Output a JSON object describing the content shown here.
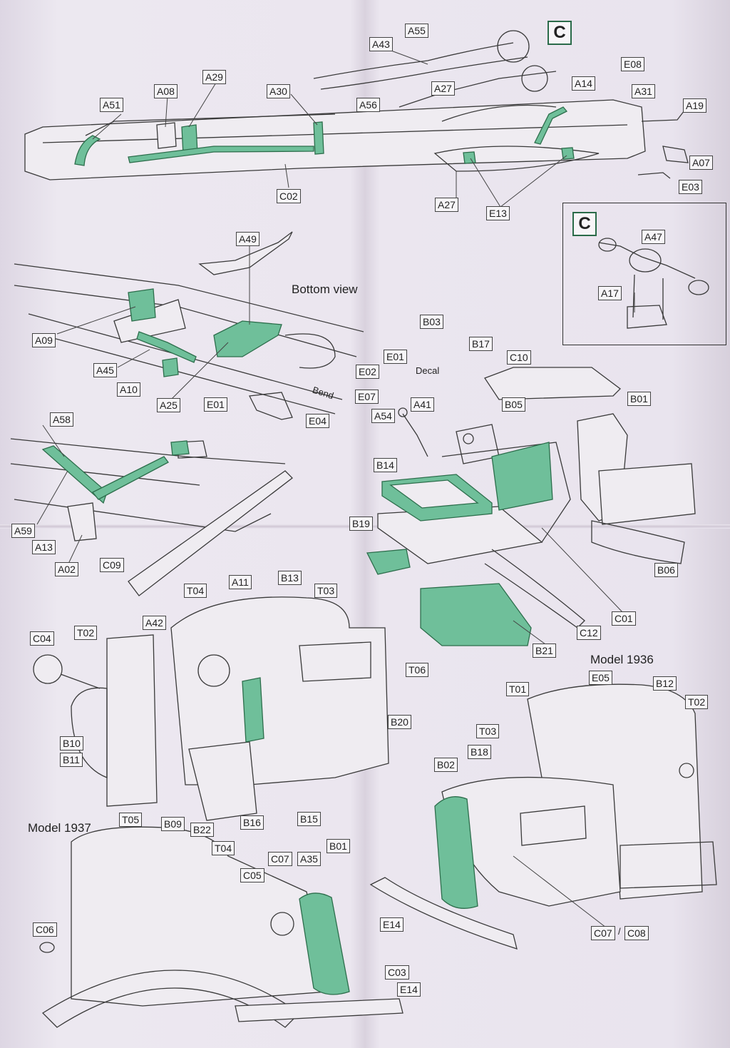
{
  "colors": {
    "highlight": "#6fbf9a",
    "line": "#3a3a3a"
  },
  "section_marker": "C",
  "captions": {
    "bottom_view": "Bottom view",
    "bend": "Bend",
    "decal": "Decal",
    "model_1936": "Model 1936",
    "model_1937": "Model 1937"
  },
  "labels": {
    "A51": "A51",
    "A08": "A08",
    "A29": "A29",
    "A30": "A30",
    "A43": "A43",
    "A55": "A55",
    "A56": "A56",
    "A27a": "A27",
    "A14": "A14",
    "E08": "E08",
    "A31": "A31",
    "A19": "A19",
    "A07": "A07",
    "E03": "E03",
    "A27b": "A27",
    "E13": "E13",
    "C02": "C02",
    "A47": "A47",
    "A17": "A17",
    "A49": "A49",
    "A09": "A09",
    "A45": "A45",
    "A10": "A10",
    "A25": "A25",
    "E01a": "E01",
    "E01b": "E01",
    "E02": "E02",
    "E07": "E07",
    "E04": "E04",
    "B03": "B03",
    "B17": "B17",
    "C10": "C10",
    "A54": "A54",
    "A41": "A41",
    "B05": "B05",
    "B01a": "B01",
    "B14": "B14",
    "B19": "B19",
    "B06": "B06",
    "C01": "C01",
    "C12": "C12",
    "B21": "B21",
    "A58": "A58",
    "A59": "A59",
    "A13": "A13",
    "A02": "A02",
    "C09": "C09",
    "T04a": "T04",
    "A11": "A11",
    "B13": "B13",
    "T03a": "T03",
    "C04": "C04",
    "T02a": "T02",
    "A42": "A42",
    "T06": "T06",
    "B20": "B20",
    "B10": "B10",
    "B11": "B11",
    "B09": "B09",
    "B22": "B22",
    "B16": "B16",
    "B15": "B15",
    "E05": "E05",
    "B12": "B12",
    "T01": "T01",
    "T02b": "T02",
    "T03b": "T03",
    "B18": "B18",
    "B02": "B02",
    "E14a": "E14",
    "C07a": "C07",
    "C08": "C08",
    "T05": "T05",
    "T04b": "T04",
    "C07b": "C07",
    "A35": "A35",
    "B01b": "B01",
    "C05": "C05",
    "C06": "C06",
    "C03": "C03",
    "E14b": "E14"
  }
}
